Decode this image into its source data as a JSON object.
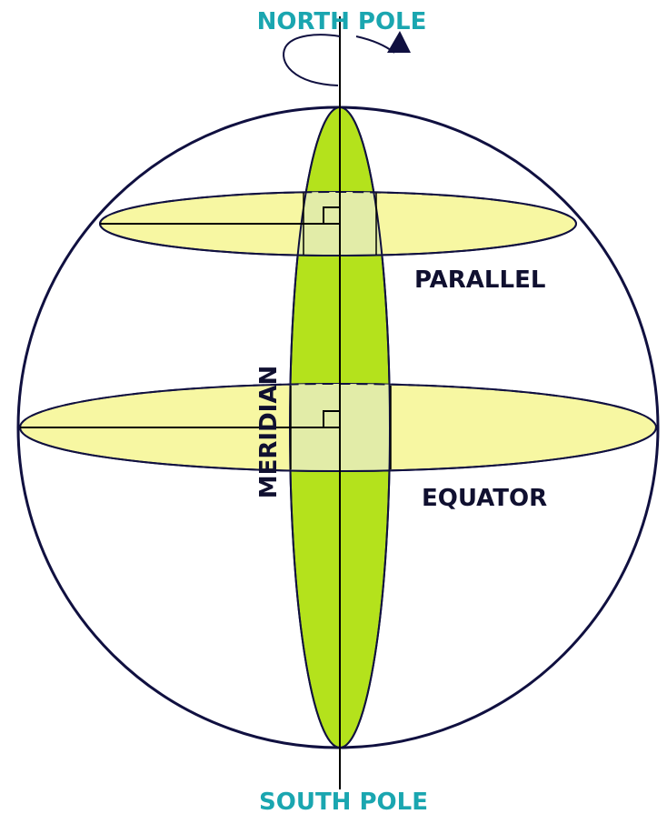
{
  "labels": {
    "north_pole": "NORTH POLE",
    "south_pole": "SOUTH POLE",
    "parallel": "PARALLEL",
    "equator": "EQUATOR",
    "meridian": "MERIDIAN"
  },
  "colors": {
    "background": "#ffffff",
    "outline": "#101040",
    "axis": "#000000",
    "pole_label": "#1aa6b0",
    "text_label": "#101030",
    "meridian_fill": "#b4e21c",
    "plane_fill": "#f7f7a2",
    "overlap_fill": "#e2eca8"
  }
}
